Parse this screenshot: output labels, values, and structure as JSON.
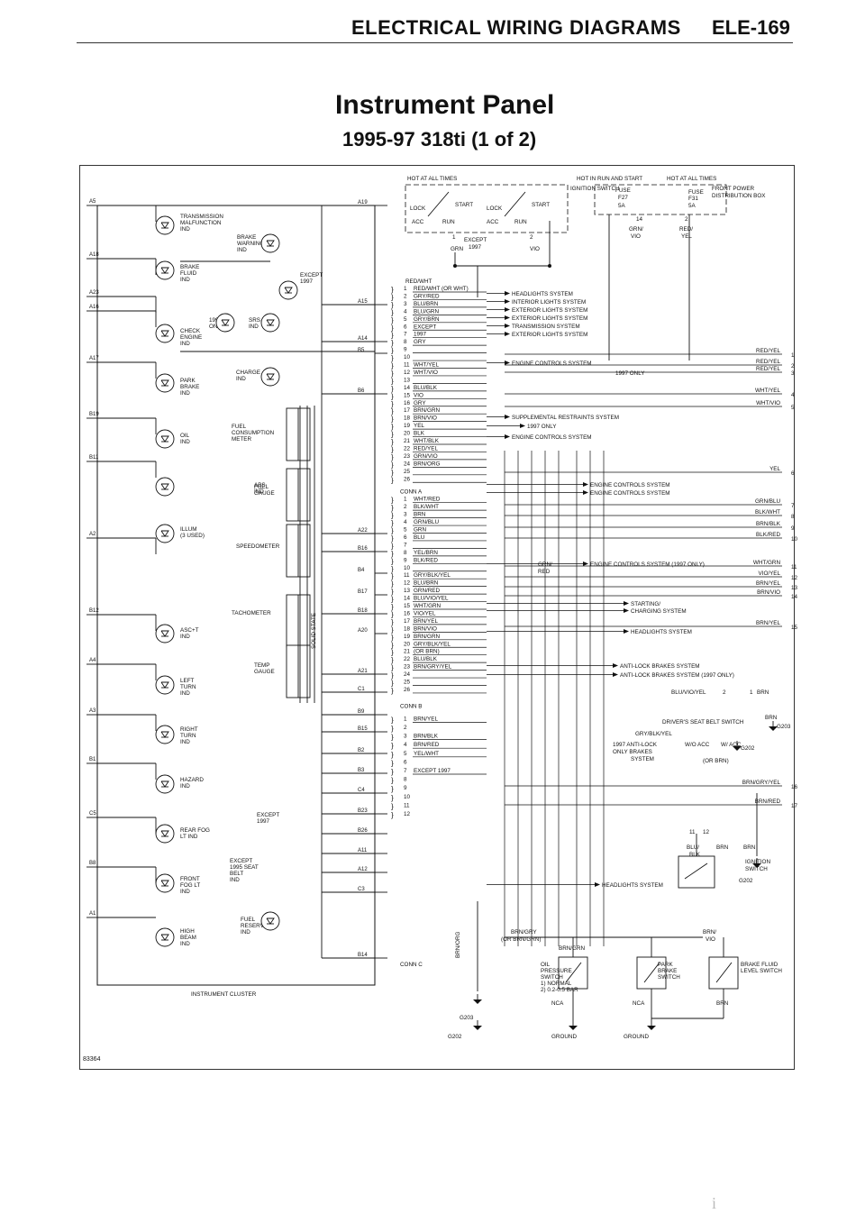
{
  "header": {
    "left": "ELECTRICAL WIRING DIAGRAMS",
    "right": "ELE-169"
  },
  "title": "Instrument Panel",
  "subtitle": "1995-97 318ti (1 of 2)",
  "figure_id": "83364",
  "footer_mark": "i",
  "cluster_label": "INSTRUMENT CLUSTER",
  "solid_state": "SOLID STATE",
  "power_top": {
    "hot_all": "HOT AT ALL TIMES",
    "hot_run": "HOT IN RUN AND START",
    "hot_all2": "HOT AT ALL TIMES",
    "ignition_switch": "IGNITION SWITCH",
    "lock": "LOCK",
    "start": "START",
    "acc": "ACC",
    "run": "RUN",
    "fuse1": "FUSE",
    "f27": "F27",
    "fuse1a": "5A",
    "fuse2": "FUSE",
    "f31": "F31",
    "fuse2a": "5A",
    "front_power": "FRONT POWER",
    "dist_box": "DISTRIBUTION BOX",
    "w14": "14",
    "w14c": "GRN/",
    "w14c2": "VIO",
    "w2": "2",
    "w2c": "RED/",
    "w2c2": "YEL",
    "except1997": "EXCEPT",
    "except1997b": "1997",
    "w1": "1",
    "w1c": "GRN",
    "w2b": "2",
    "w2bc": "VIO"
  },
  "left_pins": [
    "A5",
    "A18",
    "A23",
    "A16",
    "A17",
    "B19",
    "B11",
    "A2",
    "B12",
    "A4",
    "A3",
    "B1",
    "C5",
    "B8",
    "A1"
  ],
  "right_pins": [
    "A19",
    "A15",
    "A14",
    "B5",
    "B6",
    "A22",
    "B16",
    "B4",
    "B17",
    "B18",
    "A20",
    "A21",
    "C1",
    "B9",
    "B15",
    "B2",
    "B3",
    "C4",
    "B23",
    "B26",
    "A11",
    "A12",
    "C3",
    "B14"
  ],
  "indicators": [
    {
      "label": "TRANSMISSION\nMALFUNCTION\nIND"
    },
    {
      "label": "BRAKE\nWARNING\nIND"
    },
    {
      "label": "BRAKE\nFLUID\nIND"
    },
    {
      "label": "EXCEPT\n1997"
    },
    {
      "label": "1997\nONLY"
    },
    {
      "label": "SRS\nIND"
    },
    {
      "label": "CHECK\nENGINE\nIND"
    },
    {
      "label": "CHARGE\nIND"
    },
    {
      "label": "PARK\nBRAKE\nIND"
    },
    {
      "label": "FUEL\nCONSUMPTION\nMETER"
    },
    {
      "label": "OIL\nIND"
    },
    {
      "label": "ABS\nIND"
    },
    {
      "label": "FUEL\nGAUGE"
    },
    {
      "label": "ILLUM\n(3 USED)"
    },
    {
      "label": "SPEEDOMETER"
    },
    {
      "label": "TACHOMETER"
    },
    {
      "label": "ASC+T\nIND"
    },
    {
      "label": "TEMP\nGAUGE"
    },
    {
      "label": "LEFT\nTURN\nIND"
    },
    {
      "label": "RIGHT\nTURN\nIND"
    },
    {
      "label": "HAZARD\nIND"
    },
    {
      "label": "EXCEPT\n1997"
    },
    {
      "label": "REAR FOG\nLT IND"
    },
    {
      "label": "EXCEPT\n1995 SEAT\nBELT\nIND"
    },
    {
      "label": "FRONT\nFOG LT\nIND"
    },
    {
      "label": "FUEL\nRESERVE\nIND"
    },
    {
      "label": "HIGH\nBEAM\nIND"
    }
  ],
  "conn_a": [
    {
      "n": "1",
      "c": "RED/WHT (OR WHT)"
    },
    {
      "n": "2",
      "c": "GRY/RED"
    },
    {
      "n": "3",
      "c": "BLU/BRN"
    },
    {
      "n": "4",
      "c": "BLU/GRN"
    },
    {
      "n": "5",
      "c": "GRY/BRN"
    },
    {
      "n": "6",
      "c": "EXCEPT"
    },
    {
      "n": "7",
      "c": "1997"
    },
    {
      "n": "8",
      "c": "GRY"
    },
    {
      "n": "9",
      "c": ""
    },
    {
      "n": "10",
      "c": ""
    },
    {
      "n": "11",
      "c": "WHT/YEL"
    },
    {
      "n": "12",
      "c": "WHT/VIO"
    },
    {
      "n": "13",
      "c": ""
    },
    {
      "n": "14",
      "c": "BLU/BLK"
    },
    {
      "n": "15",
      "c": "VIO"
    },
    {
      "n": "16",
      "c": "GRY"
    },
    {
      "n": "17",
      "c": "BRN/GRN"
    },
    {
      "n": "18",
      "c": "BRN/VIO"
    },
    {
      "n": "19",
      "c": "YEL"
    },
    {
      "n": "20",
      "c": "BLK"
    },
    {
      "n": "21",
      "c": "WHT/BLK"
    },
    {
      "n": "22",
      "c": "RED/YEL"
    },
    {
      "n": "23",
      "c": "GRN/VIO"
    },
    {
      "n": "24",
      "c": "BRN/ORG"
    },
    {
      "n": "25",
      "c": ""
    },
    {
      "n": "26",
      "c": ""
    }
  ],
  "conn_a_label": "CONN A",
  "conn_a2": [
    {
      "n": "1",
      "c": "WHT/RED"
    },
    {
      "n": "2",
      "c": "BLK/WHT"
    },
    {
      "n": "3",
      "c": "BRN"
    },
    {
      "n": "4",
      "c": "GRN/BLU"
    },
    {
      "n": "5",
      "c": "GRN"
    },
    {
      "n": "6",
      "c": "BLU"
    },
    {
      "n": "7",
      "c": ""
    },
    {
      "n": "8",
      "c": "YEL/BRN"
    },
    {
      "n": "9",
      "c": "BLK/RED"
    },
    {
      "n": "10",
      "c": ""
    },
    {
      "n": "11",
      "c": "GRY/BLK/YEL"
    },
    {
      "n": "12",
      "c": "BLU/BRN"
    },
    {
      "n": "13",
      "c": "GRN/RED"
    },
    {
      "n": "14",
      "c": "BLU/VIO/YEL"
    },
    {
      "n": "15",
      "c": "WHT/GRN"
    },
    {
      "n": "16",
      "c": "VIO/YEL"
    },
    {
      "n": "17",
      "c": "BRN/YEL"
    },
    {
      "n": "18",
      "c": "BRN/VIO"
    },
    {
      "n": "19",
      "c": "BRN/GRN"
    },
    {
      "n": "20",
      "c": "GRY/BLK/YEL"
    },
    {
      "n": "21",
      "c": "(OR BRN)"
    },
    {
      "n": "22",
      "c": "BLU/BLK"
    },
    {
      "n": "23",
      "c": "BRN/GRY/YEL"
    },
    {
      "n": "24",
      "c": ""
    },
    {
      "n": "25",
      "c": ""
    },
    {
      "n": "26",
      "c": ""
    }
  ],
  "conn_b_label": "CONN B",
  "conn_b": [
    {
      "n": "1",
      "c": "BRN/YEL"
    },
    {
      "n": "2",
      "c": ""
    },
    {
      "n": "3",
      "c": "BRN/BLK"
    },
    {
      "n": "4",
      "c": "BRN/RED"
    },
    {
      "n": "5",
      "c": "YEL/WHT"
    },
    {
      "n": "6",
      "c": ""
    },
    {
      "n": "7",
      "c": "EXCEPT 1997"
    },
    {
      "n": "8",
      "c": ""
    },
    {
      "n": "9",
      "c": ""
    },
    {
      "n": "10",
      "c": ""
    },
    {
      "n": "11",
      "c": ""
    },
    {
      "n": "12",
      "c": ""
    }
  ],
  "conn_c_label": "CONN C",
  "systems": [
    "HEADLIGHTS SYSTEM",
    "INTERIOR LIGHTS SYSTEM",
    "EXTERIOR LIGHTS SYSTEM",
    "EXTERIOR LIGHTS SYSTEM",
    "TRANSMISSION SYSTEM",
    "EXTERIOR LIGHTS SYSTEM",
    "ENGINE CONTROLS SYSTEM",
    "SUPPLEMENTAL RESTRAINTS SYSTEM",
    "1997 ONLY",
    "ENGINE CONTROLS SYSTEM",
    "ENGINE CONTROLS SYSTEM",
    "ENGINE CONTROLS SYSTEM",
    "ENGINE CONTROLS SYSTEM (1997 ONLY)",
    "STARTING/",
    "CHARGING SYSTEM",
    "HEADLIGHTS SYSTEM",
    "ANTI-LOCK BRAKES SYSTEM",
    "ANTI-LOCK BRAKES SYSTEM (1997 ONLY)",
    "HEADLIGHTS SYSTEM"
  ],
  "right_wires": [
    {
      "c": "RED/YEL",
      "n": "1"
    },
    {
      "c": "RED/YEL",
      "n": "2"
    },
    {
      "c": "RED/YEL",
      "n": "3"
    },
    {
      "c": "WHT/YEL",
      "n": "4"
    },
    {
      "c": "WHT/VIO",
      "n": "5"
    },
    {
      "c": "YEL",
      "n": "6"
    },
    {
      "c": "GRN/BLU",
      "n": "7"
    },
    {
      "c": "BLK/WHT",
      "n": "8"
    },
    {
      "c": "BRN/BLK",
      "n": "9"
    },
    {
      "c": "BLK/RED",
      "n": "10"
    },
    {
      "c": "WHT/GRN",
      "n": "11"
    },
    {
      "c": "VIO/YEL",
      "n": "12"
    },
    {
      "c": "BRN/YEL",
      "n": "13"
    },
    {
      "c": "BRN/VIO",
      "n": "14"
    },
    {
      "c": "BRN/YEL",
      "n": "15"
    },
    {
      "c": "BRN/GRY/YEL",
      "n": "16"
    },
    {
      "c": "BRN/RED",
      "n": "17"
    }
  ],
  "misc": {
    "only1997": "1997 ONLY",
    "grn_red": "GRN/",
    "grn_red2": "RED",
    "dsb_switch": "DRIVER'S SEAT BELT SWITCH",
    "g203": "G203",
    "g202": "G202",
    "brn": "BRN",
    "gry_blk_yel": "GRY/BLK/YEL",
    "anti_lock": "1997 ANTI-LOCK",
    "only_brakes": "ONLY BRAKES",
    "system": "SYSTEM",
    "wo_acc": "W/O ACC",
    "w_acc": "W/ ACC",
    "or_brn": "(OR BRN)",
    "blu_vio_yel": "BLU/VIO/YEL",
    "n2": "2",
    "n1": "1",
    "brn11": "11",
    "brn12": "12",
    "blu_blk": "BLU/",
    "blu_blk2": "BLK",
    "ign_switch": "IGNITION",
    "ign_switch2": "SWITCH",
    "brn_gry": "BRN/GRY",
    "or_brn_grn": "(OR BRN/GRN)",
    "brn_grn": "BRN/GRN",
    "brn_vio": "BRN/",
    "brn_vio2": "VIO",
    "brn_org": "BRN/ORG",
    "oil_pressure": "OIL\nPRESSURE\nSWITCH\n1) NORMAL\n2) 0.2-0.5 BAR",
    "park_brake": "PARK\nBRAKE\nSWITCH",
    "brake_fluid": "BRAKE FLUID\nLEVEL SWITCH",
    "nca": "NCA",
    "nca2": "NCA",
    "ground": "GROUND",
    "ground2": "GROUND",
    "g202b": "G202",
    "g203b": "G203"
  }
}
